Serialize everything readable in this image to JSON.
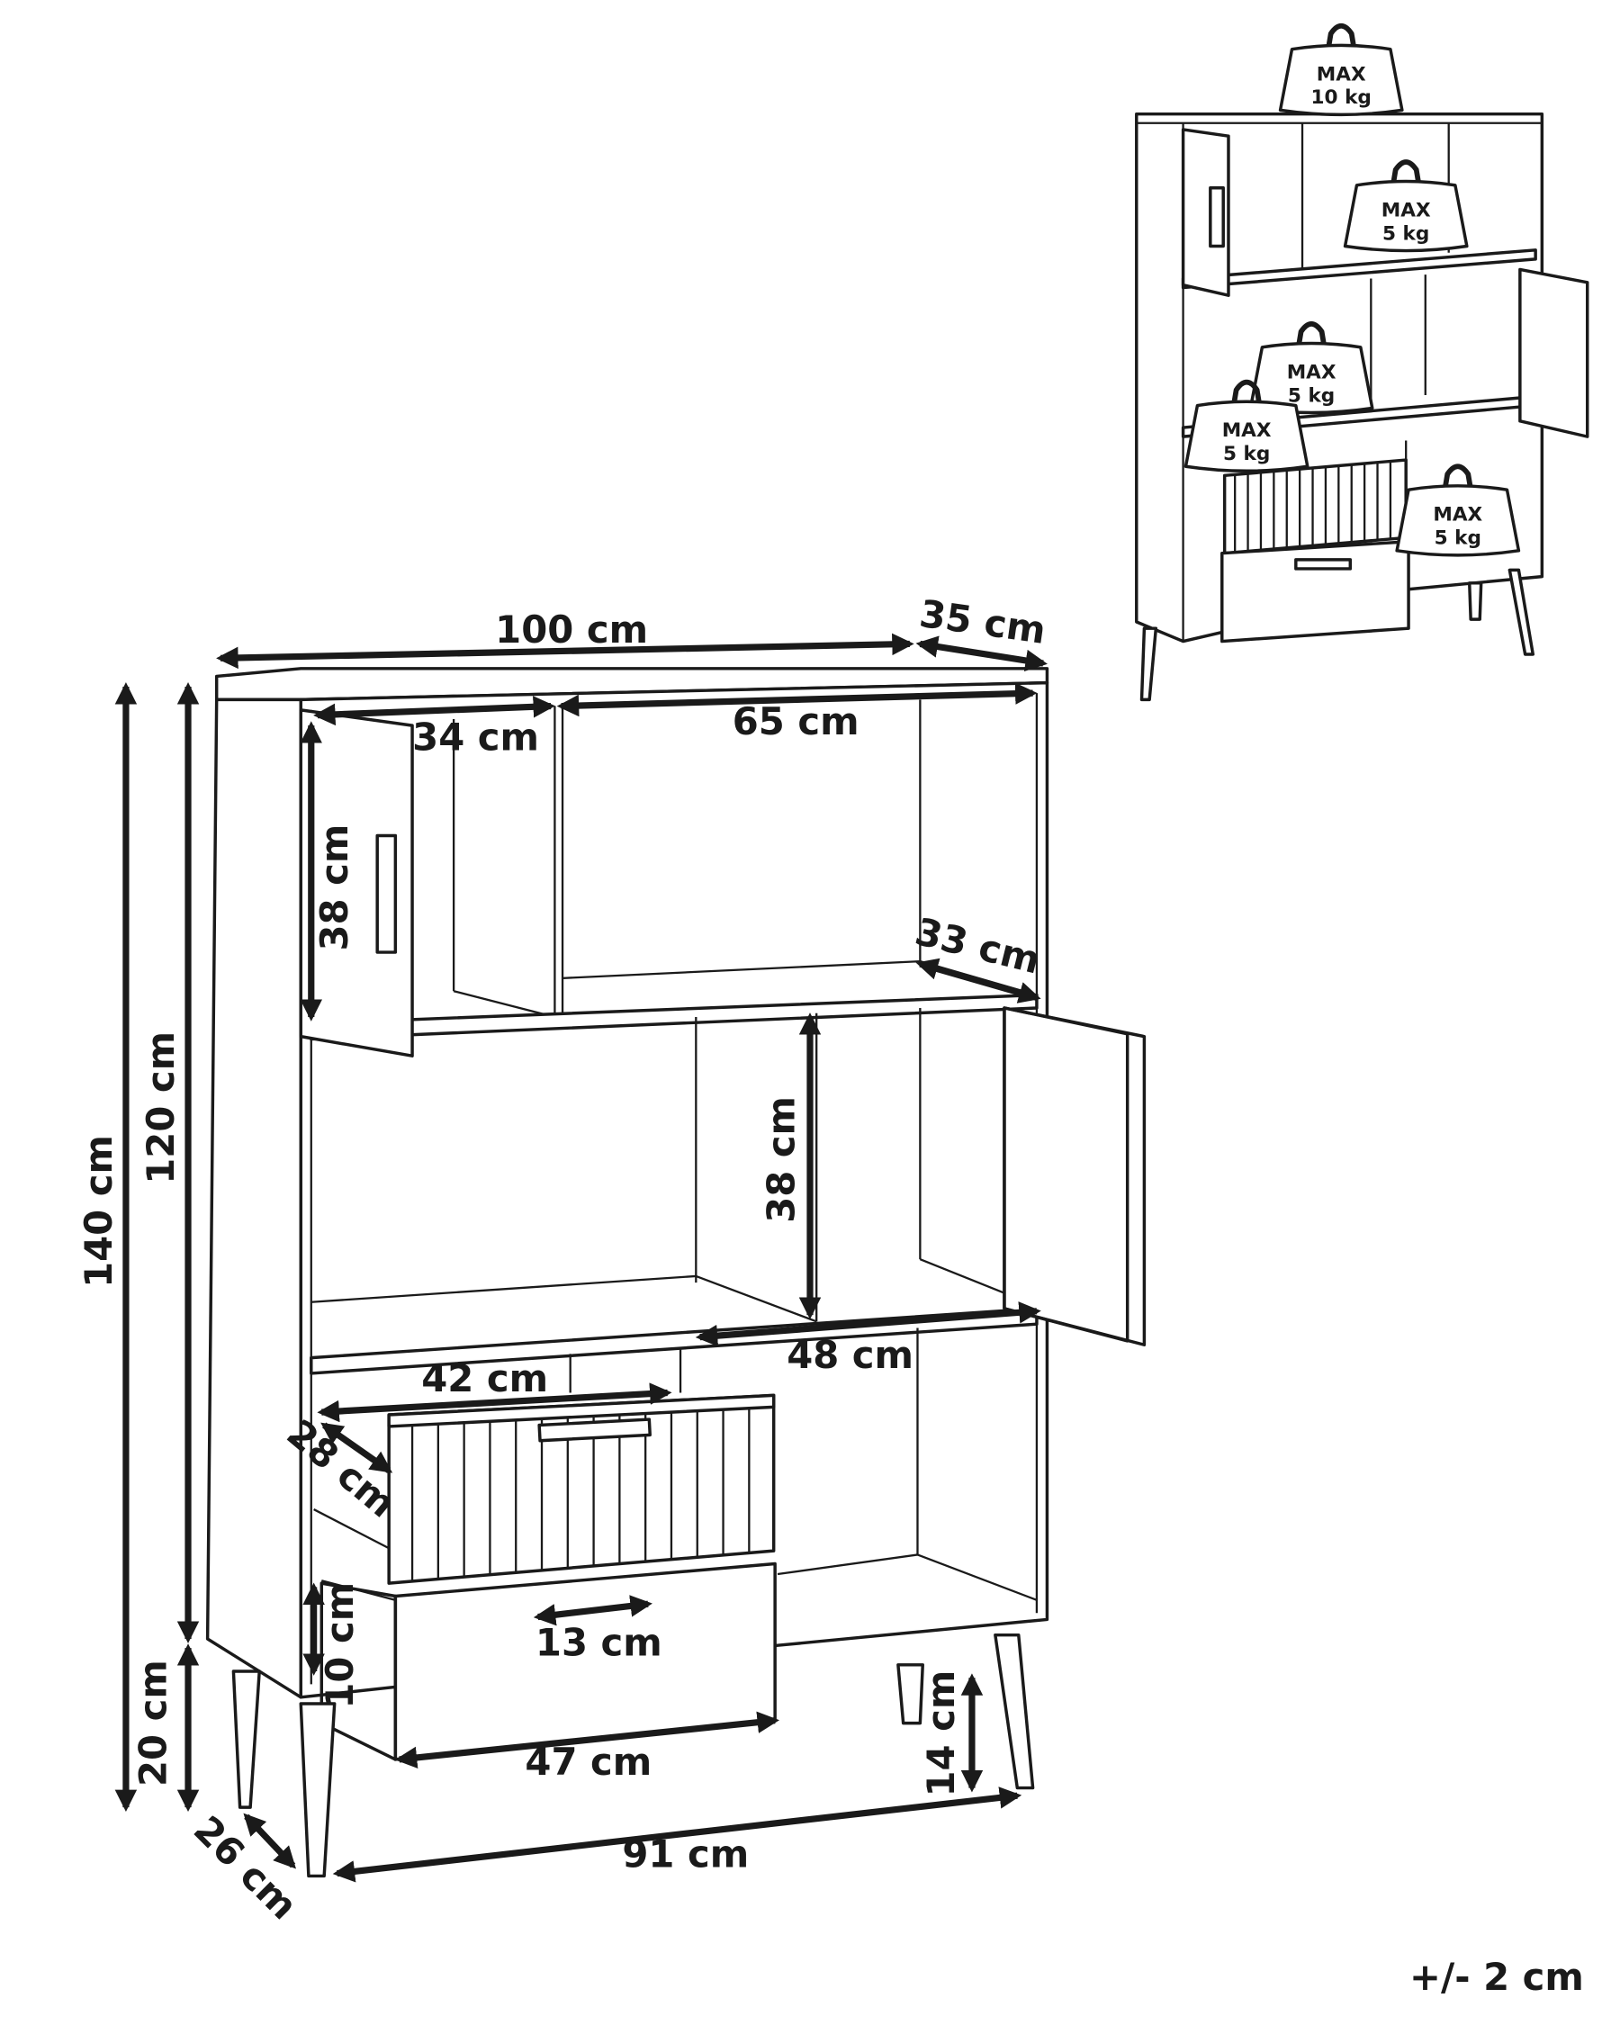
{
  "dimensions": {
    "total_width": "100 cm",
    "depth": "35 cm",
    "left_compartment_width": "34 cm",
    "top_compartment_width": "65 cm",
    "top_compartment_height": "38 cm",
    "shelf_depth": "33 cm",
    "middle_compartment_height": "38 cm",
    "lower_compartment_width": "48 cm",
    "drawer_inner_width": "42 cm",
    "drawer_depth": "28 cm",
    "drawer_height": "10 cm",
    "handle_width": "13 cm",
    "drawer_front_width": "47 cm",
    "leg_height": "14 cm",
    "leg_span_width": "91 cm",
    "leg_span_depth": "26 cm",
    "total_height": "140 cm",
    "body_height": "120 cm",
    "base_height": "20 cm",
    "tolerance": "+/- 2 cm"
  },
  "load_limits": [
    {
      "max": "MAX",
      "weight": "10 kg",
      "location": "top"
    },
    {
      "max": "MAX",
      "weight": "5 kg",
      "location": "upper-shelf"
    },
    {
      "max": "MAX",
      "weight": "5 kg",
      "location": "middle-shelf"
    },
    {
      "max": "MAX",
      "weight": "5 kg",
      "location": "drawer"
    },
    {
      "max": "MAX",
      "weight": "5 kg",
      "location": "bottom-shelf"
    }
  ],
  "colors": {
    "line": "#1a1a1a",
    "background": "#ffffff"
  }
}
